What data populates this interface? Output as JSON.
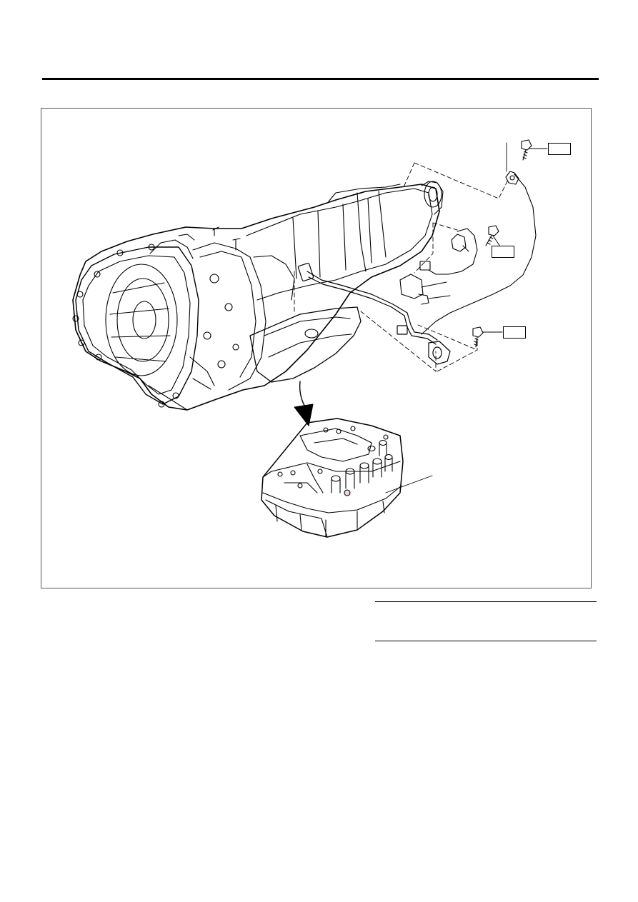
{
  "page": {
    "header_rule": true
  },
  "figure": {
    "name": "transmission-exploded-view",
    "callouts": [
      {
        "id": "torque-box-top",
        "label": ""
      },
      {
        "id": "torque-box-middle",
        "label": ""
      },
      {
        "id": "torque-box-lower",
        "label": ""
      }
    ],
    "icons": [
      "transmission-assembly",
      "control-valve-body",
      "harness-connector",
      "sensor",
      "bolt",
      "down-arrow"
    ]
  },
  "legend": {
    "rows": []
  }
}
